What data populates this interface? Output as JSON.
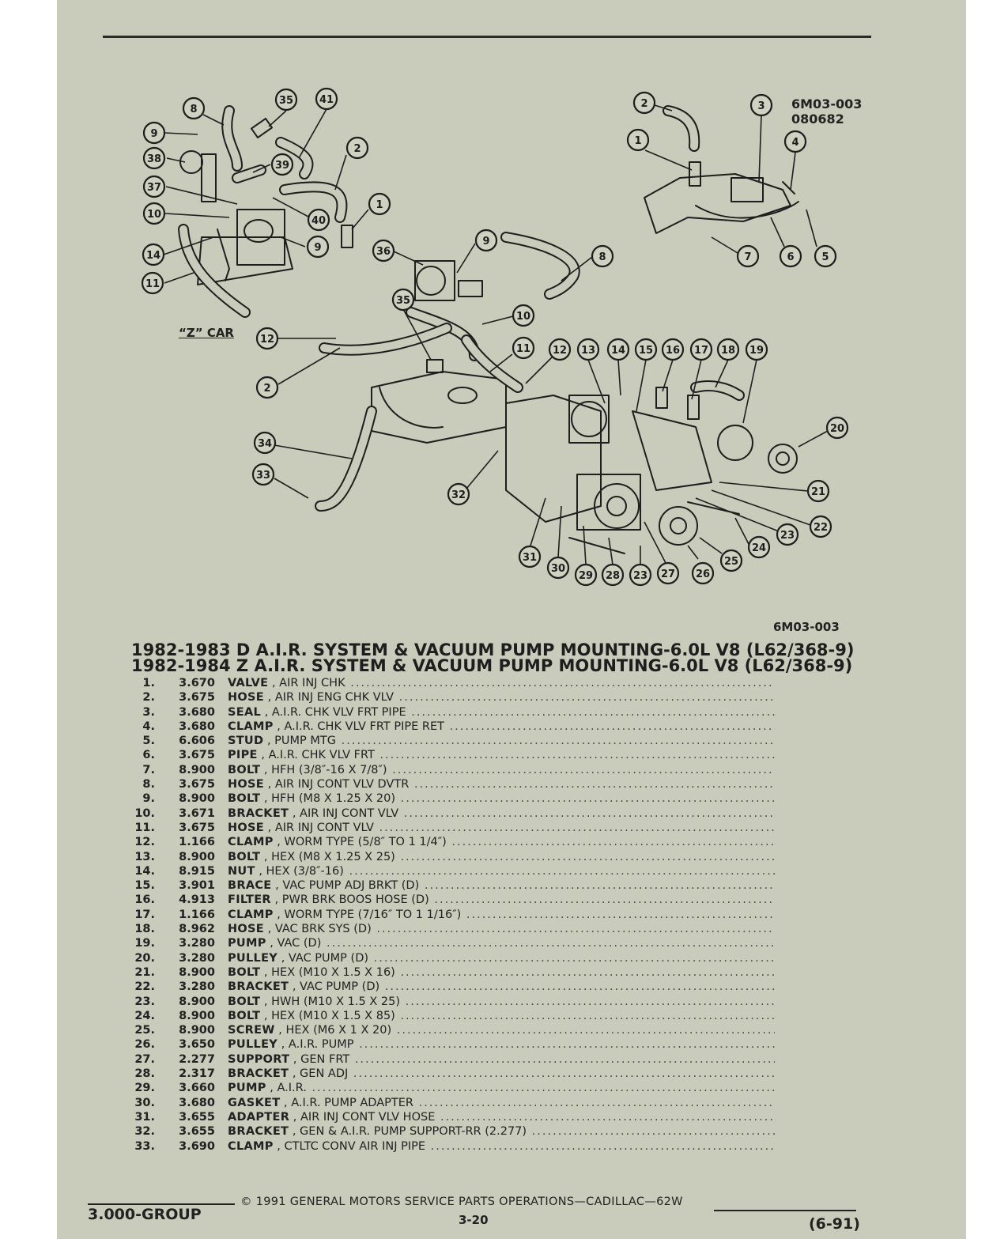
{
  "diagram": {
    "ref_codes": [
      "6M03-003",
      "080682"
    ],
    "bottom_code": "6M03-003",
    "z_car_label": "“Z” CAR",
    "callouts": [
      "8",
      "35",
      "41",
      "9",
      "38",
      "39",
      "2",
      "37",
      "40",
      "1",
      "10",
      "9",
      "14",
      "11",
      "36",
      "9",
      "8",
      "35",
      "10",
      "12",
      "2",
      "11",
      "12",
      "13",
      "14",
      "15",
      "16",
      "17",
      "18",
      "19",
      "20",
      "34",
      "33",
      "32",
      "21",
      "22",
      "23",
      "24",
      "31",
      "30",
      "29",
      "28",
      "23",
      "27",
      "26",
      "25",
      "2",
      "3",
      "1",
      "4",
      "7",
      "6",
      "5"
    ]
  },
  "titles": [
    "1982-1983 D A.I.R. SYSTEM & VACUUM PUMP MOUNTING-6.0L V8 (L62/368-9)",
    "1982-1984 Z A.I.R. SYSTEM & VACUUM PUMP MOUNTING-6.0L V8 (L62/368-9)"
  ],
  "parts": [
    {
      "num": "1.",
      "group": "3.670",
      "name": "VALVE",
      "detail": ", AIR INJ CHK"
    },
    {
      "num": "2.",
      "group": "3.675",
      "name": "HOSE",
      "detail": ", AIR INJ ENG CHK VLV"
    },
    {
      "num": "3.",
      "group": "3.680",
      "name": "SEAL",
      "detail": ", A.I.R. CHK VLV FRT PIPE"
    },
    {
      "num": "4.",
      "group": "3.680",
      "name": "CLAMP",
      "detail": ", A.I.R. CHK VLV FRT PIPE RET"
    },
    {
      "num": "5.",
      "group": "6.606",
      "name": "STUD",
      "detail": ", PUMP MTG"
    },
    {
      "num": "6.",
      "group": "3.675",
      "name": "PIPE",
      "detail": ", A.I.R. CHK VLV FRT"
    },
    {
      "num": "7.",
      "group": "8.900",
      "name": "BOLT",
      "detail": ", HFH (3/8″-16 X 7/8″)"
    },
    {
      "num": "8.",
      "group": "3.675",
      "name": "HOSE",
      "detail": ", AIR INJ CONT VLV DVTR"
    },
    {
      "num": "9.",
      "group": "8.900",
      "name": "BOLT",
      "detail": ", HFH (M8 X 1.25 X 20)"
    },
    {
      "num": "10.",
      "group": "3.671",
      "name": "BRACKET",
      "detail": ", AIR INJ CONT VLV"
    },
    {
      "num": "11.",
      "group": "3.675",
      "name": "HOSE",
      "detail": ", AIR INJ CONT VLV"
    },
    {
      "num": "12.",
      "group": "1.166",
      "name": "CLAMP",
      "detail": ", WORM TYPE (5/8″ TO 1 1/4″)"
    },
    {
      "num": "13.",
      "group": "8.900",
      "name": "BOLT",
      "detail": ", HEX (M8 X 1.25 X 25)"
    },
    {
      "num": "14.",
      "group": "8.915",
      "name": "NUT",
      "detail": ", HEX (3/8″-16)"
    },
    {
      "num": "15.",
      "group": "3.901",
      "name": "BRACE",
      "detail": ", VAC PUMP ADJ BRKT (D)"
    },
    {
      "num": "16.",
      "group": "4.913",
      "name": "FILTER",
      "detail": ", PWR BRK BOOS HOSE (D)"
    },
    {
      "num": "17.",
      "group": "1.166",
      "name": "CLAMP",
      "detail": ", WORM TYPE (7/16″ TO 1 1/16″)"
    },
    {
      "num": "18.",
      "group": "8.962",
      "name": "HOSE",
      "detail": ", VAC BRK SYS (D)"
    },
    {
      "num": "19.",
      "group": "3.280",
      "name": "PUMP",
      "detail": ", VAC (D)"
    },
    {
      "num": "20.",
      "group": "3.280",
      "name": "PULLEY",
      "detail": ", VAC PUMP (D)"
    },
    {
      "num": "21.",
      "group": "8.900",
      "name": "BOLT",
      "detail": ", HEX (M10 X 1.5 X 16)"
    },
    {
      "num": "22.",
      "group": "3.280",
      "name": "BRACKET",
      "detail": ", VAC PUMP (D)"
    },
    {
      "num": "23.",
      "group": "8.900",
      "name": "BOLT",
      "detail": ", HWH (M10 X 1.5 X 25)"
    },
    {
      "num": "24.",
      "group": "8.900",
      "name": "BOLT",
      "detail": ", HEX (M10 X 1.5 X 85)"
    },
    {
      "num": "25.",
      "group": "8.900",
      "name": "SCREW",
      "detail": ", HEX (M6 X 1 X 20)"
    },
    {
      "num": "26.",
      "group": "3.650",
      "name": "PULLEY",
      "detail": ", A.I.R. PUMP"
    },
    {
      "num": "27.",
      "group": "2.277",
      "name": "SUPPORT",
      "detail": ", GEN FRT"
    },
    {
      "num": "28.",
      "group": "2.317",
      "name": "BRACKET",
      "detail": ", GEN ADJ"
    },
    {
      "num": "29.",
      "group": "3.660",
      "name": "PUMP",
      "detail": ", A.I.R."
    },
    {
      "num": "30.",
      "group": "3.680",
      "name": "GASKET",
      "detail": ", A.I.R. PUMP ADAPTER"
    },
    {
      "num": "31.",
      "group": "3.655",
      "name": "ADAPTER",
      "detail": ", AIR INJ CONT VLV HOSE"
    },
    {
      "num": "32.",
      "group": "3.655",
      "name": "BRACKET",
      "detail": ", GEN & A.I.R. PUMP SUPPORT-RR (2.277)"
    },
    {
      "num": "33.",
      "group": "3.690",
      "name": "CLAMP",
      "detail": ", CTLTC CONV AIR INJ PIPE"
    }
  ],
  "footer": {
    "group": "3.000-GROUP",
    "copyright": "©  1991  GENERAL MOTORS SERVICE PARTS OPERATIONS—CADILLAC—62W",
    "page": "3-20",
    "date": "(6-91)"
  }
}
